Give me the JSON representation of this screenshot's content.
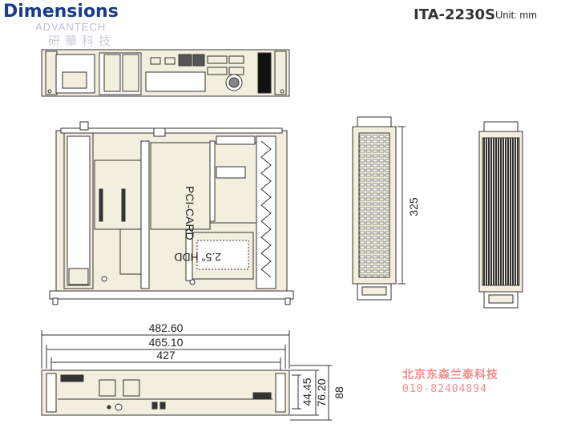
{
  "header": {
    "title": "Dimensions",
    "model": "ITA-2230S",
    "unit": "Unit: mm"
  },
  "watermark": {
    "logo_text": "ADVANTECH",
    "chinese_text": "研華科技"
  },
  "dimensions": {
    "depth": "325",
    "width_outer": "482.60",
    "width_ears": "465.10",
    "width_body": "427",
    "height_inner": "44.45",
    "height_mid": "76.20",
    "height_total": "88"
  },
  "labels": {
    "hdd": "2.5\" HDD",
    "board": "PCI-CARD"
  },
  "footer": {
    "brand": "北京东森兰泰科技",
    "phone": "010-82404894"
  },
  "colors": {
    "title": "#1a3a8a",
    "chassis_fill": "#f3eedd",
    "line": "#333333",
    "watermark": "#f28c8c"
  }
}
